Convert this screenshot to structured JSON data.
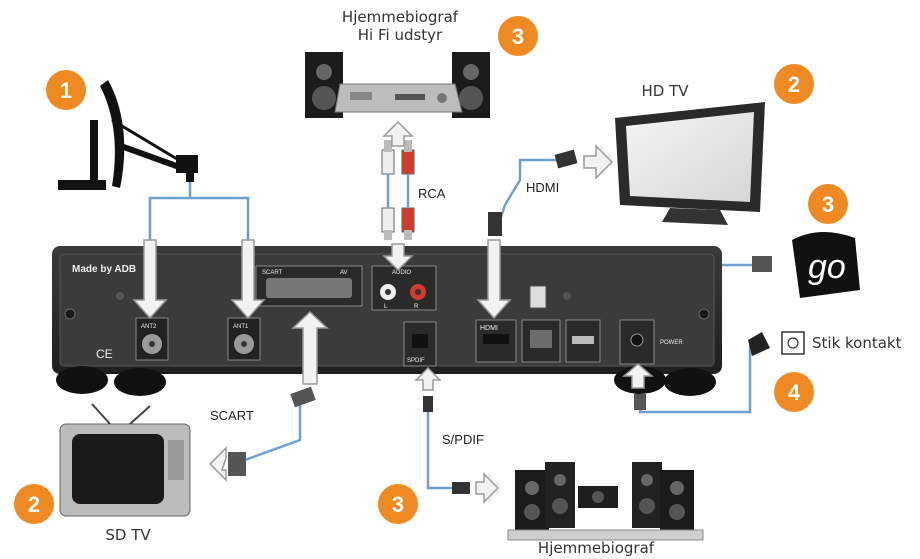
{
  "labels": {
    "home_theater_top_line1": "Hjemmebiograf",
    "home_theater_top_line2": "Hi Fi udstyr",
    "hd_tv": "HD TV",
    "rca": "RCA",
    "hdmi": "HDMI",
    "stik_kontakt": "Stik kontakt",
    "scart": "SCART",
    "sd_tv": "SD TV",
    "spdif": "S/PDIF",
    "home_theater_bottom": "Hjemmebiograf",
    "go_logo": "go"
  },
  "device_panel": {
    "made_by": "Made by ADB",
    "scart_port": "SCART",
    "av_port": "AV",
    "audio_port": "AUDIO",
    "ant2": "ANT2",
    "ant1": "ANT1",
    "spdif_port": "SPDIF",
    "hdmi_port": "HDMI",
    "power_port": "POWER",
    "audio_l": "L",
    "audio_r": "R",
    "ce_mark": "CE"
  },
  "badges": {
    "satellite": "1",
    "hd_tv": "2",
    "home_theater_top": "3",
    "go": "3",
    "sd_tv": "2",
    "home_theater_bottom": "3",
    "power": "4"
  },
  "colors": {
    "badge": "#ef8a22",
    "cable": "#6f9fcf",
    "device": "#2b2b2b",
    "arrow_fill": "#f2f2f2",
    "arrow_stroke": "#9a9a9a"
  },
  "icons": {
    "satellite": "satellite-dish-icon",
    "hd_tv": "flat-tv-icon",
    "sd_tv": "crt-tv-icon",
    "stereo": "stereo-system-icon",
    "speakers": "surround-speakers-icon",
    "go": "go-logo-icon",
    "outlet": "power-outlet-icon"
  }
}
